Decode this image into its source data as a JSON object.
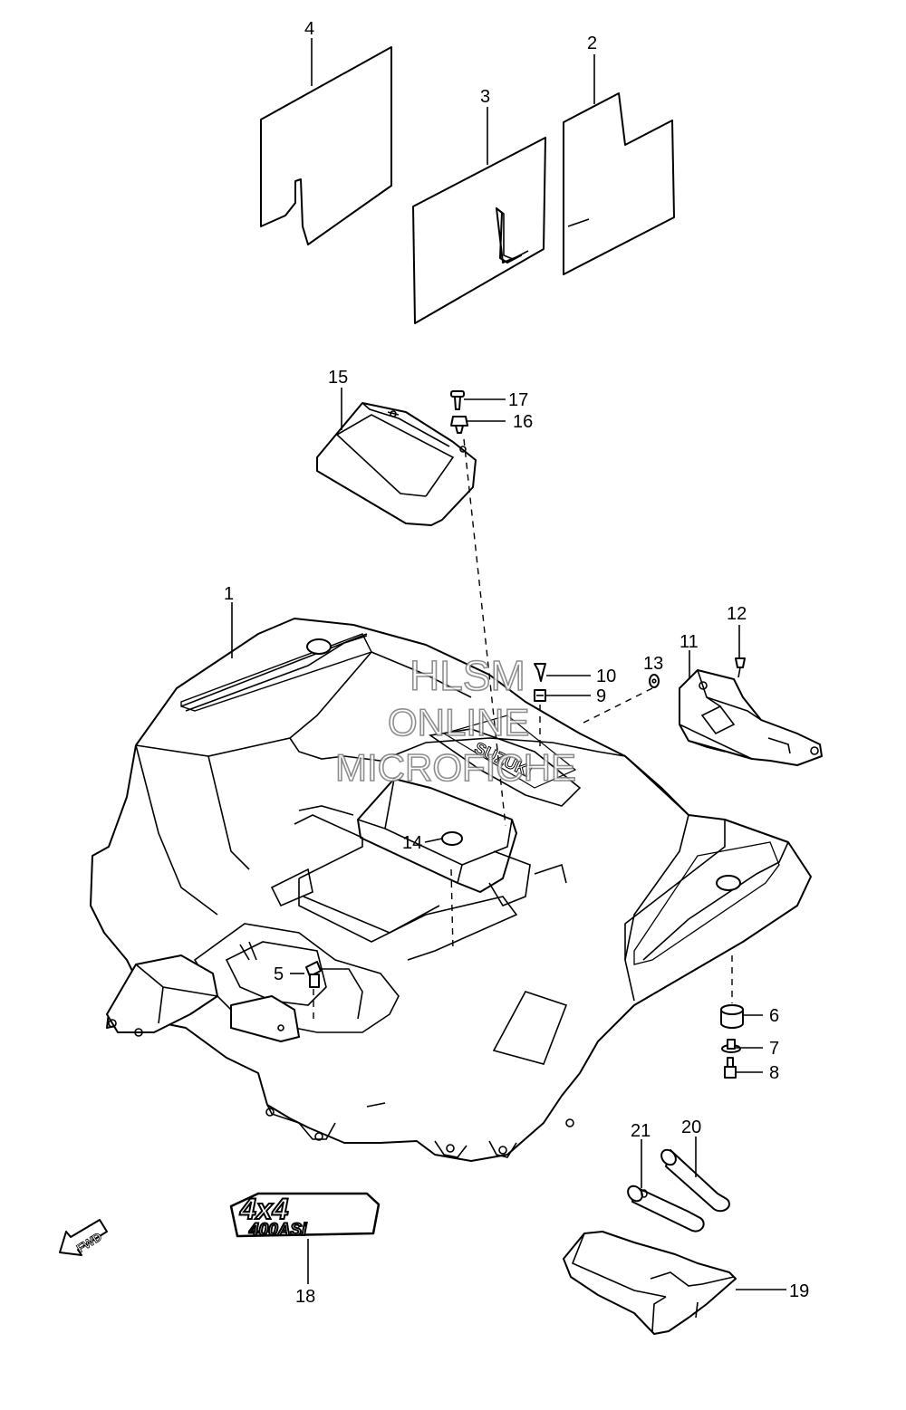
{
  "callouts": [
    {
      "id": "1",
      "label": "1"
    },
    {
      "id": "2",
      "label": "2"
    },
    {
      "id": "3",
      "label": "3"
    },
    {
      "id": "4",
      "label": "4"
    },
    {
      "id": "5",
      "label": "5"
    },
    {
      "id": "6",
      "label": "6"
    },
    {
      "id": "7",
      "label": "7"
    },
    {
      "id": "8",
      "label": "8"
    },
    {
      "id": "9",
      "label": "9"
    },
    {
      "id": "10",
      "label": "10"
    },
    {
      "id": "11",
      "label": "11"
    },
    {
      "id": "12",
      "label": "12"
    },
    {
      "id": "13",
      "label": "13"
    },
    {
      "id": "14",
      "label": "14"
    },
    {
      "id": "15",
      "label": "15"
    },
    {
      "id": "16",
      "label": "16"
    },
    {
      "id": "17",
      "label": "17"
    },
    {
      "id": "18",
      "label": "18"
    },
    {
      "id": "19",
      "label": "19"
    },
    {
      "id": "20",
      "label": "20"
    },
    {
      "id": "21",
      "label": "21"
    }
  ],
  "watermark": {
    "line1": "HLSM",
    "line2": "ONLINE",
    "line3": "MICROFICHE"
  },
  "emblem": {
    "top": "4x4",
    "bottom": "400ASi"
  },
  "fender_embossing": "SUZUKI",
  "direction_marker": {
    "label": "FWD",
    "icon": "forward-arrow-icon"
  },
  "colors": {
    "line": "#000000",
    "background": "#ffffff",
    "watermark_outline": "#7a7a7a"
  }
}
